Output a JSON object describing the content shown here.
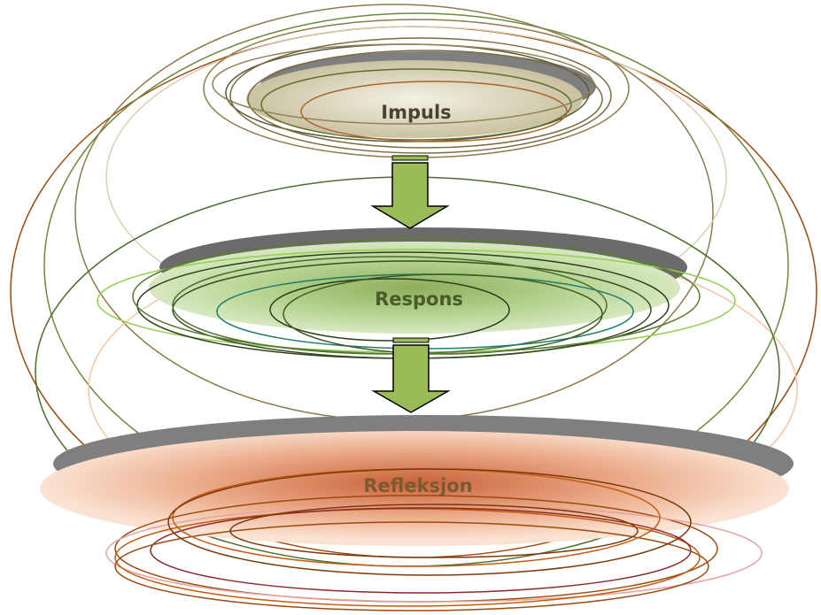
{
  "diagram": {
    "stages": [
      {
        "id": "impuls",
        "label": "Impuls",
        "color": "#4a4233",
        "fill": "#c9c2a1"
      },
      {
        "id": "respons",
        "label": "Respons",
        "color": "#4a5a2a",
        "fill": "#a9c97e"
      },
      {
        "id": "refleksjon",
        "label": "Refleksjon",
        "color": "#7a5a2e",
        "fill": "#e9a27a"
      }
    ],
    "arrows": [
      {
        "from": "impuls",
        "to": "respons",
        "color": "#9bbb59"
      },
      {
        "from": "respons",
        "to": "refleksjon",
        "color": "#9bbb59"
      }
    ]
  }
}
